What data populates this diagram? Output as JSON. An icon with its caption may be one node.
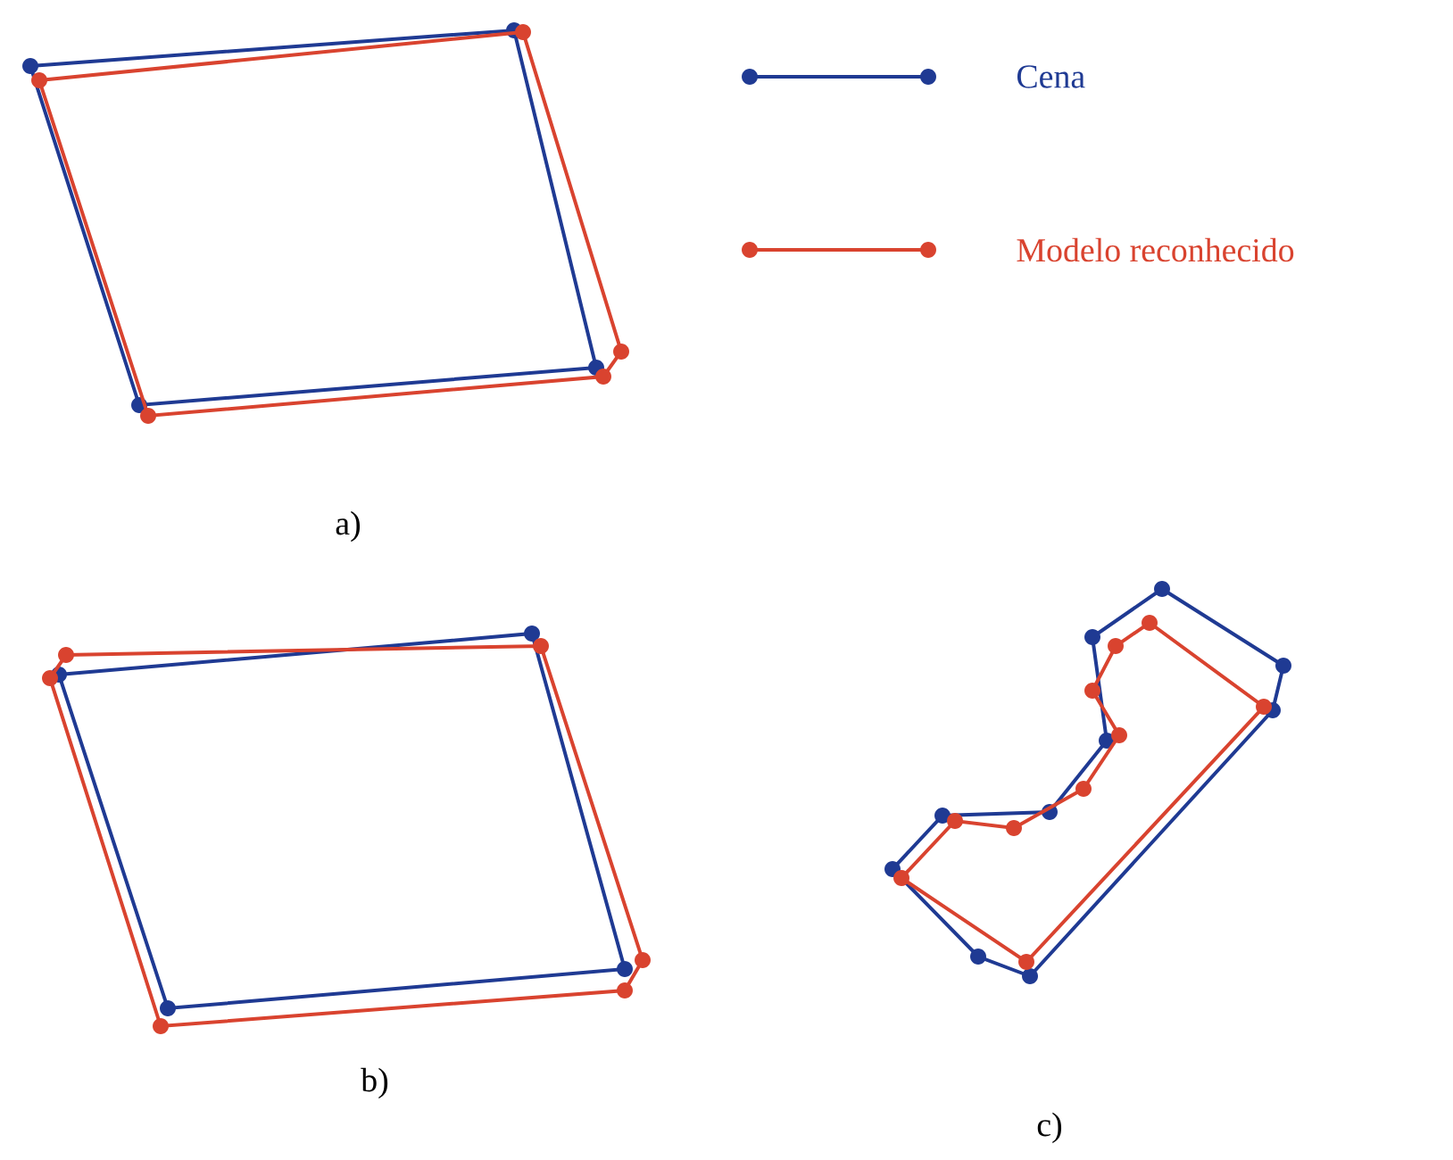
{
  "diagram": {
    "labels": [
      "a)",
      "b)",
      "c)"
    ],
    "legend": [
      {
        "text": "Cena"
      },
      {
        "text": "Modelo reconhecido"
      }
    ]
  }
}
